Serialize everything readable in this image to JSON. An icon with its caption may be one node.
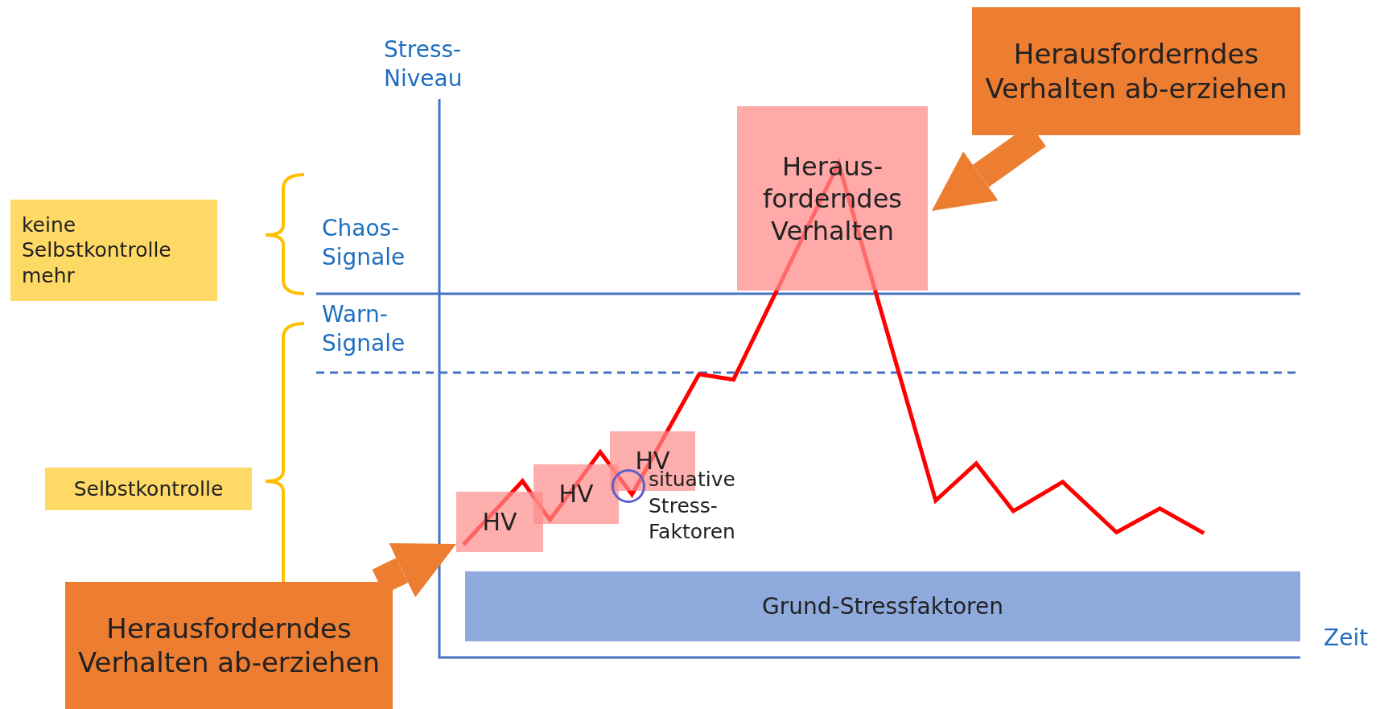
{
  "diagram": {
    "nodes": [
      {
        "text": [
          "Herausforderndes Verhalten ab-erziehen"
        ]
      },
      {
        "text": [
          "Heraus- forderndes Verhalten"
        ]
      },
      {
        "text": [
          "keine Selbstkontrolle mehr"
        ]
      },
      {
        "text": [
          "HV"
        ]
      },
      {
        "text": [
          "HV"
        ]
      },
      {
        "text": [
          "Selbstkontrolle"
        ]
      },
      {
        "text": [],
        "shape": "circle",
        "beside": [
          "situative Stress- Faktoren"
        ]
      },
      {
        "text": [
          "HV"
        ]
      },
      {
        "text": [
          "Grund-Stressfaktoren"
        ]
      },
      {
        "text": [
          "Herausforderndes Verhalten ab-erziehen"
        ]
      }
    ],
    "edges": [
      {
        "from": 0,
        "to": 1,
        "arrow": "to"
      },
      {
        "from": 9,
        "to": 7,
        "arrow": "to"
      }
    ],
    "labels": [
      "Stress- Niveau",
      "Chaos- Signale",
      "Warn- Signale",
      "Zeit"
    ]
  }
}
